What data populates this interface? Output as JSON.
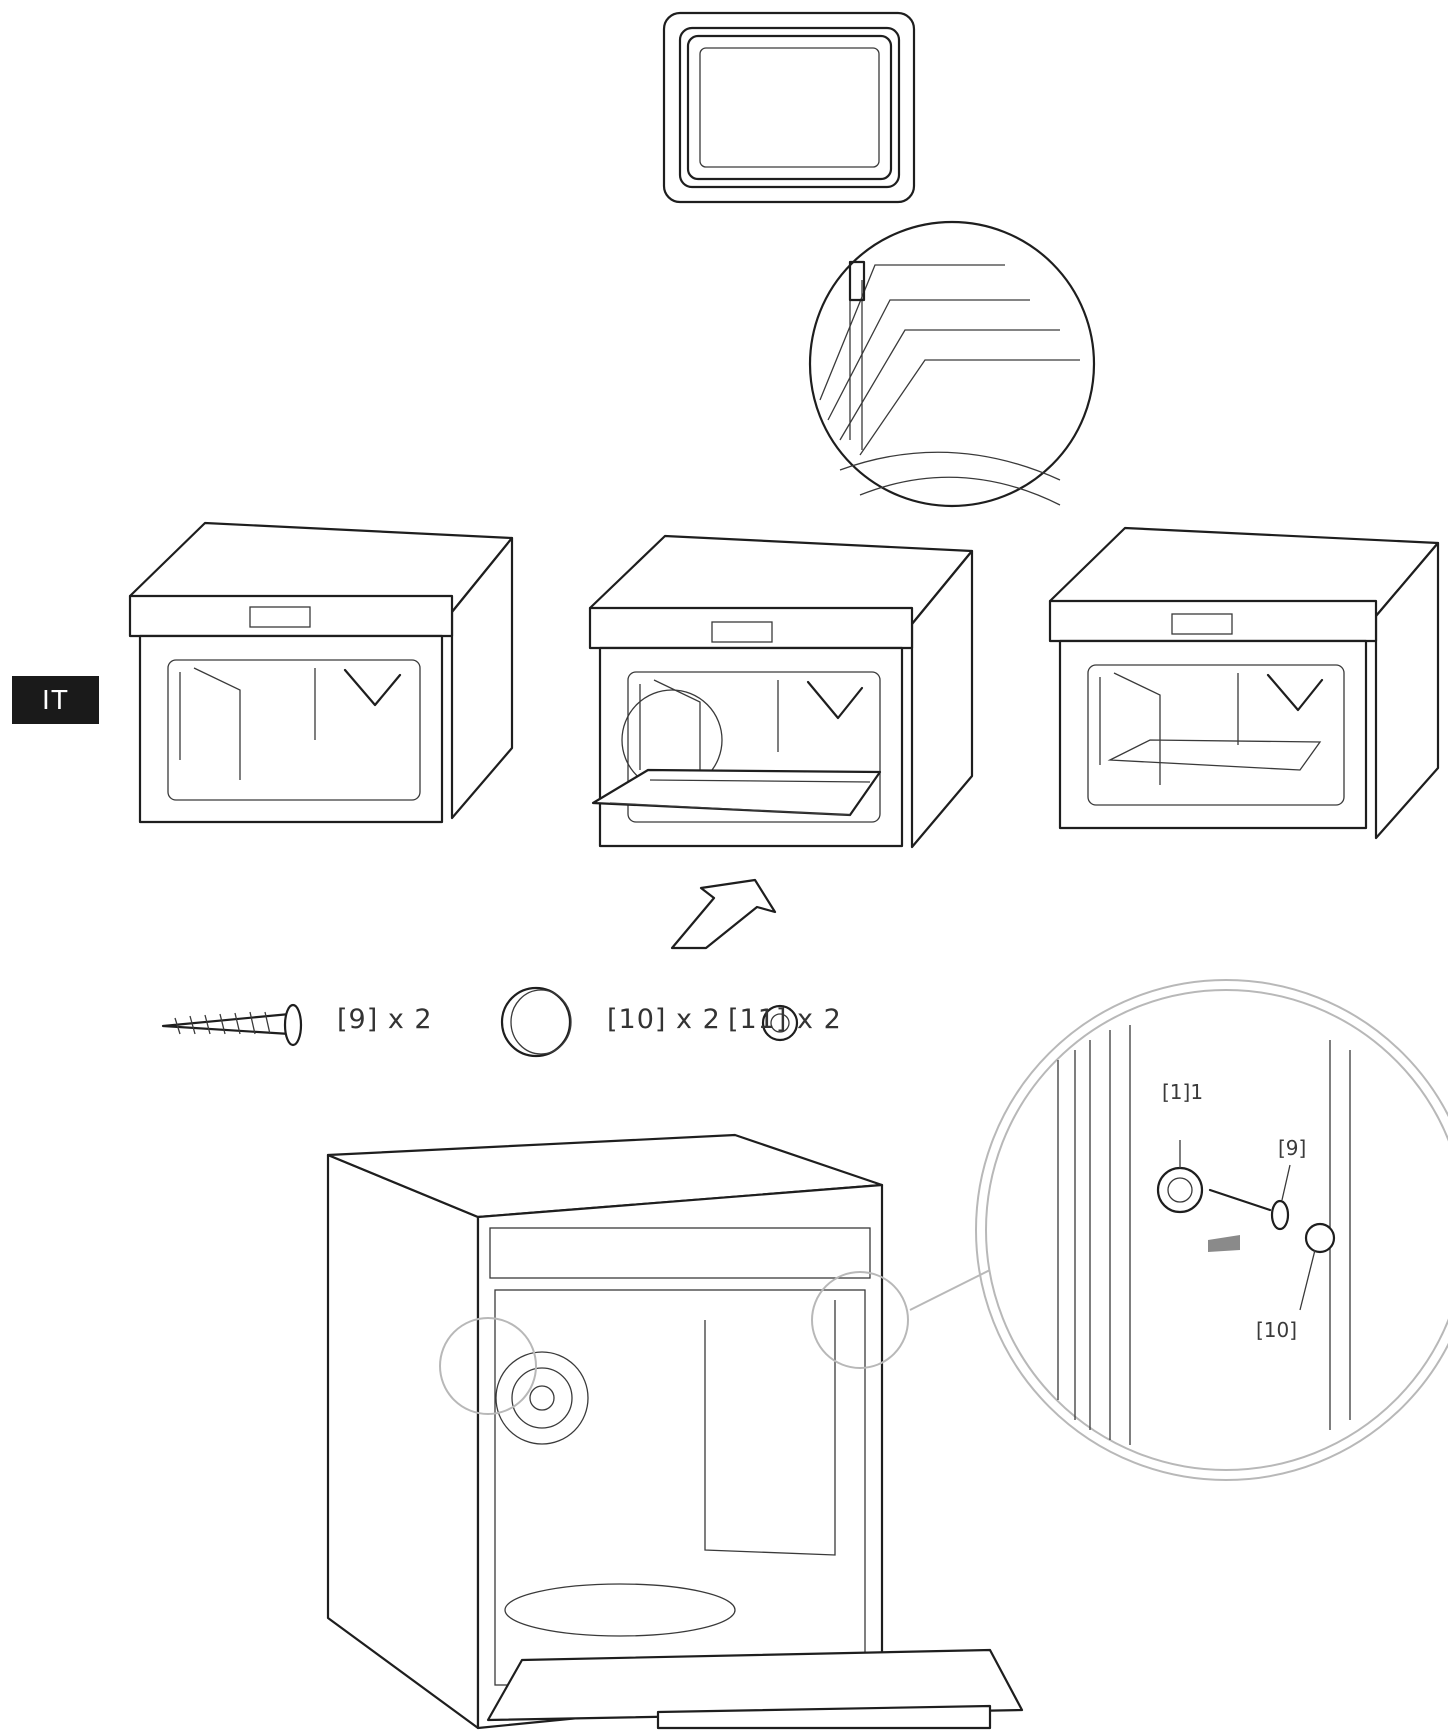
{
  "language_badge": "IT",
  "parts": [
    {
      "id": "screw",
      "icon": "screw-icon",
      "label": "[9] x 2"
    },
    {
      "id": "cap",
      "icon": "cap-icon",
      "label": "[10] x 2"
    },
    {
      "id": "washer",
      "icon": "washer-icon",
      "label": "[11] x 2"
    }
  ],
  "detail_callouts": {
    "washer": "[1]1",
    "screw": "[9]",
    "cap": "[10]"
  },
  "colors": {
    "line": "#1e1e1e",
    "detail_circle": "#b8b8b8",
    "badge_bg": "#1a1a1a",
    "badge_text": "#ffffff"
  }
}
